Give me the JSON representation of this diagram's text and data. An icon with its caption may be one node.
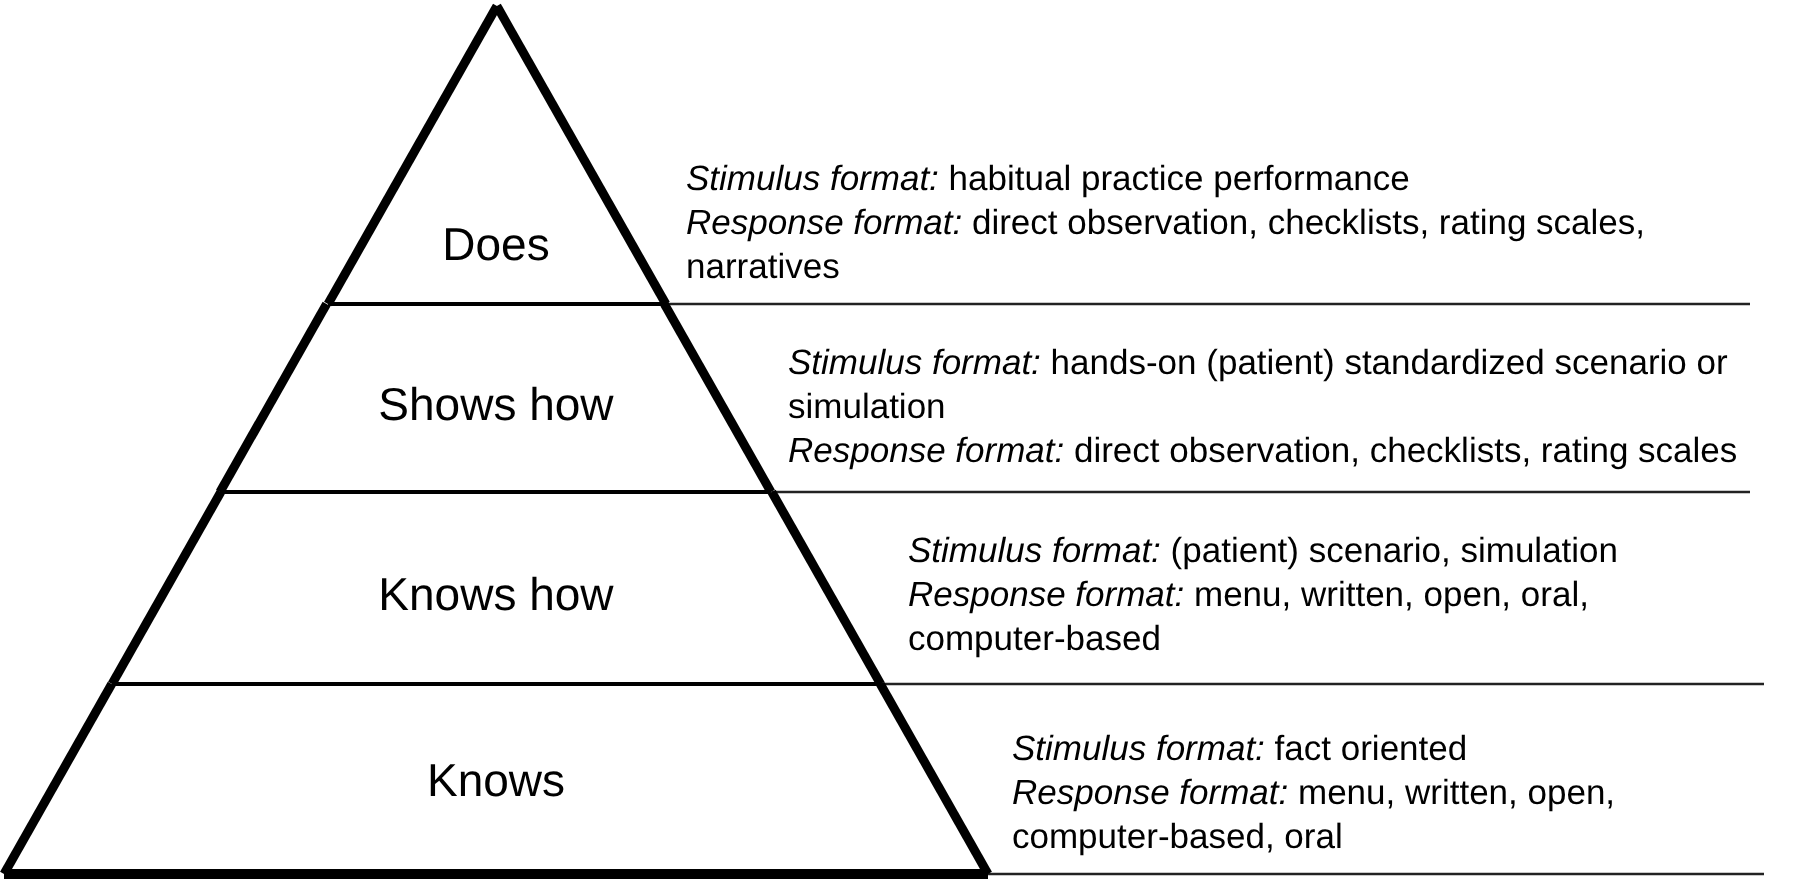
{
  "diagram": {
    "nodes": [
      {
        "text": [
          "Does"
        ],
        "beside": [
          "*Stimulus format:* habitual practice performance",
          "*Response format:* direct observation, checklists, rating scales, narratives"
        ]
      },
      {
        "text": [
          "Shows how"
        ],
        "beside": [
          "*Stimulus format:* hands-on (patient) standardized scenario or simulation",
          "*Response format:* direct observation, checklists, rating scales"
        ]
      },
      {
        "text": [
          "Knows how"
        ],
        "beside": [
          "*Stimulus format:* (patient) scenario, simulation",
          "*Response format:* menu, written, open, oral, computer-based"
        ]
      },
      {
        "text": [
          "Knows"
        ],
        "beside": [
          "*Stimulus format:* fact oriented",
          "*Response format:* menu, written, open, computer-based, oral"
        ]
      }
    ]
  }
}
